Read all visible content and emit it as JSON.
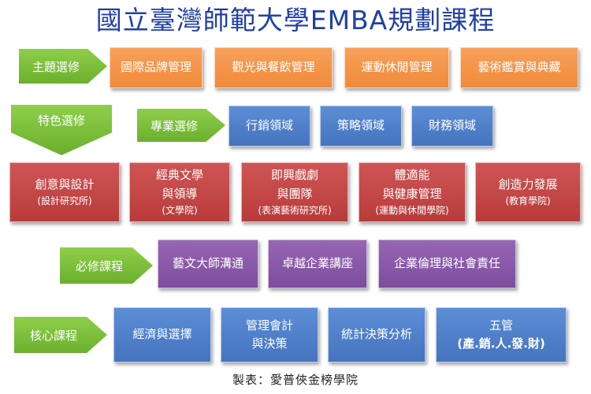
{
  "title": "國立臺灣師範大學EMBA規劃課程",
  "labels": {
    "thematic": "主題選修",
    "featured": "特色選修",
    "professional": "專業選修",
    "required": "必修課程",
    "core": "核心課程"
  },
  "thematic_courses": [
    "國際品牌管理",
    "觀光與餐飲管理",
    "運動休閒管理",
    "藝術鑑賞與典藏"
  ],
  "professional_courses": [
    "行銷領域",
    "策略領域",
    "財務領域"
  ],
  "featured_courses": [
    {
      "lines": [
        "創意與設計"
      ],
      "dept": "(設計研究所)"
    },
    {
      "lines": [
        "經典文學",
        "與領導"
      ],
      "dept": "(文學院)"
    },
    {
      "lines": [
        "即興戲劇",
        "與團隊"
      ],
      "dept": "(表演藝術研究所)"
    },
    {
      "lines": [
        "體適能",
        "與健康管理"
      ],
      "dept": "(運動與休閒學院)"
    },
    {
      "lines": [
        "創造力發展"
      ],
      "dept": "(教育學院)"
    }
  ],
  "required_courses": [
    "藝文大師溝通",
    "卓越企業講座",
    "企業倫理與社會責任"
  ],
  "core_courses": [
    {
      "lines": [
        "經濟與選擇"
      ]
    },
    {
      "lines": [
        "管理會計",
        "與決策"
      ]
    },
    {
      "lines": [
        "統計決策分析"
      ]
    },
    {
      "lines": [
        "五管",
        "(產.銷.人.發.財)"
      ]
    }
  ],
  "footer": "製表：愛普俠金榜學院",
  "colors": {
    "title": "#1F3FA8",
    "arrow": "#7DBF3C",
    "orange": "#F39A4B",
    "blue": "#4E7FCB",
    "red": "#C04545",
    "purple": "#8B5AAA"
  }
}
